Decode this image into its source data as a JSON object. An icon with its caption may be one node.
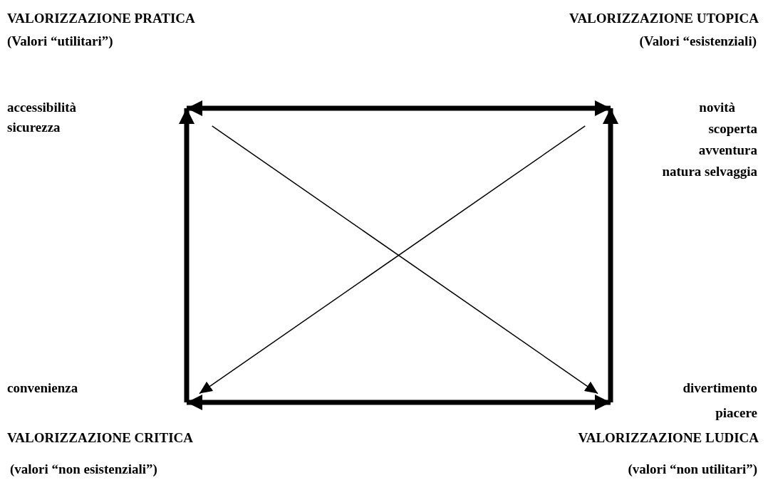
{
  "diagram": {
    "nodes": [
      {
        "text": [
          "VALORIZZAZIONE PRATICA",
          "(Valori “utilitari”)",
          "accessibilità",
          "sicurezza"
        ]
      },
      {
        "text": [
          "VALORIZZAZIONE UTOPICA",
          "(Valori “esistenziali)",
          "novità",
          "scoperta",
          "avventura",
          "natura selvaggia"
        ]
      },
      {
        "text": [
          "convenienza",
          "VALORIZZAZIONE CRITICA",
          "(valori “non esistenziali”)"
        ]
      },
      {
        "text": [
          "divertimento",
          "piacere",
          "VALORIZZAZIONE LUDICA",
          "(valori “non utilitari”)"
        ]
      }
    ],
    "edges": [
      {
        "from": 0,
        "to": 1,
        "arrow": "both"
      },
      {
        "from": 2,
        "to": 0,
        "arrow": "to"
      },
      {
        "from": 3,
        "to": 1,
        "arrow": "to"
      },
      {
        "from": 2,
        "to": 3,
        "arrow": "both"
      },
      {
        "from": 0,
        "to": 3,
        "arrow": "to"
      },
      {
        "from": 1,
        "to": 2,
        "arrow": "to"
      }
    ]
  }
}
